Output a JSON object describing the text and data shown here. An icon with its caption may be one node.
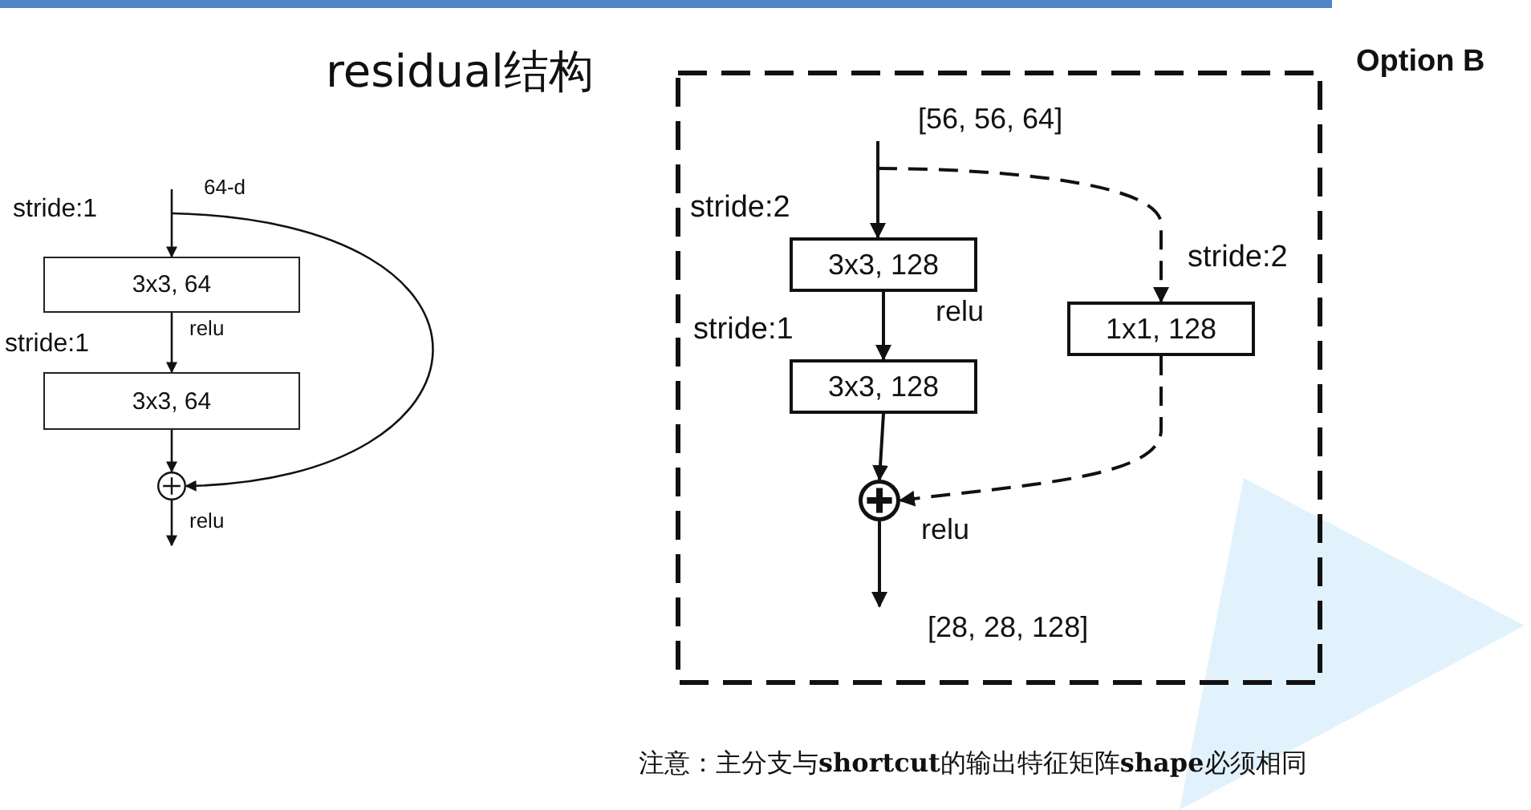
{
  "diagram": {
    "title": "residual结构",
    "nodes": [
      {
        "text": [
          "3x3, 64"
        ],
        "beside": [
          "stride:1"
        ]
      },
      {
        "text": [
          "3x3, 64"
        ],
        "beside": [
          "stride:1"
        ]
      },
      {
        "text": [],
        "shape": "circle"
      },
      {
        "text": [
          "Option B"
        ]
      },
      {
        "text": [
          "[56, 56, 64]"
        ],
        "in": 3
      },
      {
        "text": [
          "3x3, 128"
        ],
        "beside": [
          "stride:2"
        ],
        "in": 3
      },
      {
        "text": [
          "3x3, 128"
        ],
        "beside": [
          "stride:1"
        ],
        "in": 3
      },
      {
        "text": [
          "1x1, 128"
        ],
        "beside": [
          "stride:2"
        ],
        "in": 3
      },
      {
        "text": [],
        "shape": "circle",
        "in": 3
      },
      {
        "text": [
          "[28, 28, 128]"
        ],
        "in": 3
      }
    ],
    "edges": [
      {
        "from": null,
        "to": 0,
        "arrow": "to",
        "label": "64-d"
      },
      {
        "from": null,
        "to": 2,
        "arrow": "to"
      },
      {
        "from": 0,
        "to": 1,
        "arrow": "to",
        "label": "relu"
      },
      {
        "from": 1,
        "to": 2,
        "arrow": "to"
      },
      {
        "from": 2,
        "to": null,
        "arrow": "to",
        "label": "relu"
      },
      {
        "from": 4,
        "to": 5,
        "arrow": "to"
      },
      {
        "from": 4,
        "to": 7,
        "arrow": "to",
        "style": "dashed"
      },
      {
        "from": 5,
        "to": 6,
        "arrow": "to",
        "label": "relu"
      },
      {
        "from": 6,
        "to": 8,
        "arrow": "to"
      },
      {
        "from": 7,
        "to": 8,
        "arrow": "to",
        "style": "dashed"
      },
      {
        "from": 8,
        "to": 9,
        "arrow": "to",
        "label": "relu"
      }
    ],
    "caption": "注意：主分支与**shortcut**的输出特征矩阵**shape**必须相同"
  }
}
